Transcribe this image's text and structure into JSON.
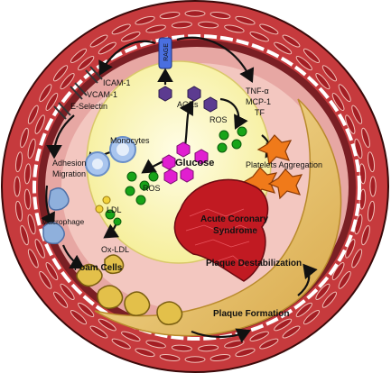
{
  "labels": {
    "rage": "RAGE",
    "icam": "ICAM-1",
    "vcam": "VCAM-1",
    "eselectin": "E-Selectin",
    "ages": "AGEs",
    "tnf": "TNF-α",
    "mcp": "MCP-1",
    "tf": "TF",
    "ros_top": "ROS",
    "monocytes": "Monocytes",
    "adhesion": "Adhesion",
    "migration": "Migration",
    "glucose": "Glucose",
    "platelets": "Platelets Aggregation",
    "ros_mid": "ROS",
    "ldl": "LDL",
    "macrophage": "Macrophage",
    "oxldl": "Ox-LDL",
    "foam": "Foam Cells",
    "acs_line1": "Acute Coronary",
    "acs_line2": "Syndrome",
    "destab": "Plaque Destabilization",
    "formation": "Plaque Formation"
  },
  "colors": {
    "vessel_wall": "#b3242a",
    "media": "#e9a39c",
    "intima": "#f2c4bc",
    "lumen": "#fdfbd0",
    "plaque": "#f2d47a",
    "glucose": "#e11fd0",
    "ros": "#18a418",
    "ages": "#5c3b90",
    "platelet": "#f07a1a",
    "thrombus": "#c11a22",
    "monocyte": "#a9c5ee",
    "foam": "#e3c04a",
    "rage": "#4a6fe0"
  }
}
